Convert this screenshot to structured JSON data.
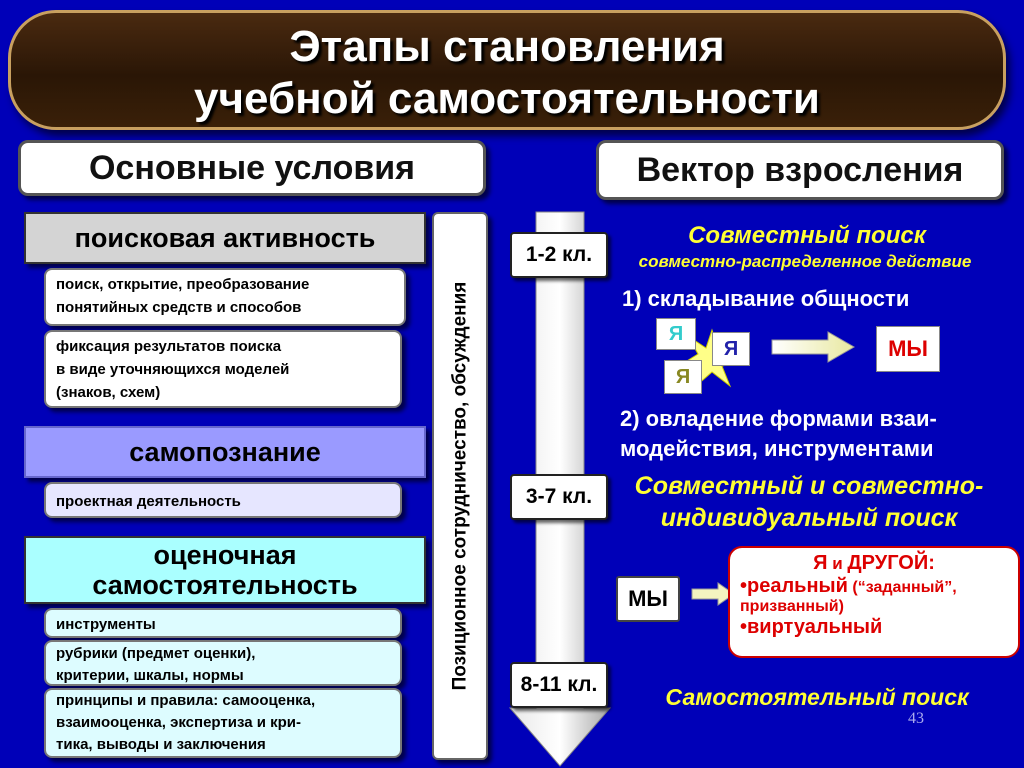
{
  "title": {
    "line1": "Этапы становления",
    "line2": "учебной самостоятельности"
  },
  "headers": {
    "left": "Основные условия",
    "right": "Вектор взросления"
  },
  "left": {
    "block1": {
      "title": "поисковая активность",
      "items": [
        [
          "поиск, открытие, преобразование",
          "понятийных средств и способов"
        ],
        [
          "фиксация результатов поиска",
          "в виде уточняющихся моделей",
          "(знаков, схем)"
        ]
      ]
    },
    "block2": {
      "title": "самопознание",
      "items": [
        [
          "проектная деятельность"
        ]
      ]
    },
    "block3": {
      "title_line1": "оценочная",
      "title_line2": "самостоятельность",
      "items": [
        [
          "инструменты"
        ],
        [
          "рубрики (предмет оценки),",
          "критерии, шкалы, нормы"
        ],
        [
          "принципы и правила: самооценка,",
          "взаимооценка, экспертиза и кри-",
          "тика, выводы и заключения"
        ]
      ]
    }
  },
  "vertical_label": "Позиционное сотрудничество, обсуждения",
  "grades": [
    "1-2 кл.",
    "3-7 кл.",
    "8-11 кл."
  ],
  "right": {
    "stage1_title": "Совместный поиск",
    "stage1_sub": "совместно-распределенное действие",
    "point1": "1) складывание общности",
    "ya": "Я",
    "my": "МЫ",
    "point2_line1": "2) овладение формами взаи-",
    "point2_line2": "модействия, инструментами",
    "stage2_line1": "Совместный и совместно-",
    "stage2_line2": "индивидуальный поиск",
    "my2": "МЫ",
    "other_box": {
      "title_a": "Я",
      "title_b": " и ",
      "title_c": "ДРУГОЙ:",
      "bullet1_a": "•реальный",
      "bullet1_b": " (“заданный”,",
      "bullet1_c": "призванный)",
      "bullet2": "•виртуальный"
    },
    "stage3": "Самостоятельный поиск"
  },
  "slide_number": "43",
  "colors": {
    "background": "#0000b8",
    "yellow_text": "#ffff33",
    "block1_bar": "#d4d4d4",
    "block2_bar": "#9a9aff",
    "block3_bar": "#aaffff",
    "block2_sub": "#e6e6ff",
    "block3_sub": "#ddfcff"
  }
}
